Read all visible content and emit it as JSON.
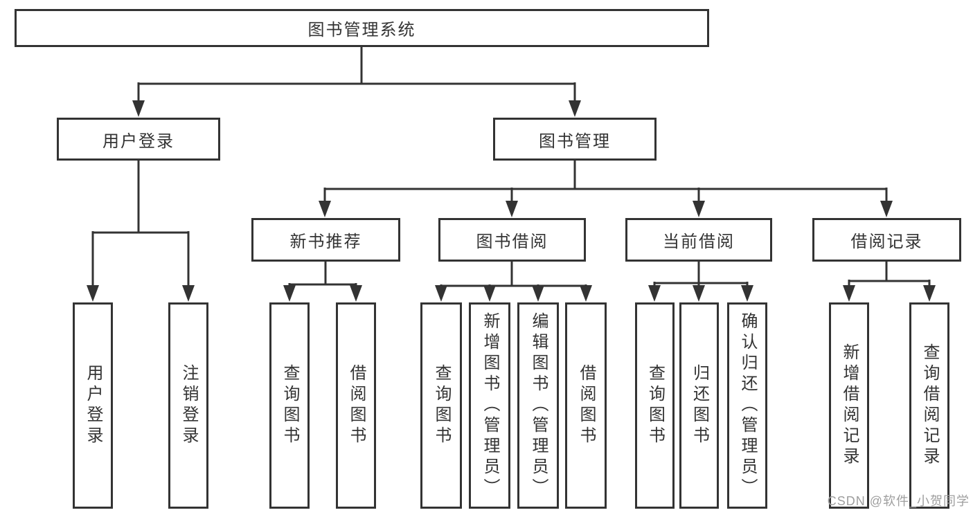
{
  "diagram": {
    "title": "图书管理系统",
    "root": {
      "label": "图书管理系统"
    },
    "level2": {
      "login": {
        "label": "用户登录"
      },
      "management": {
        "label": "图书管理"
      }
    },
    "level3": {
      "newbook": {
        "label": "新书推荐"
      },
      "borrow": {
        "label": "图书借阅"
      },
      "current": {
        "label": "当前借阅"
      },
      "records": {
        "label": "借阅记录"
      }
    },
    "leaves": {
      "login": [
        "用户登录",
        "注销登录"
      ],
      "newbook": [
        "查询图书",
        "借阅图书"
      ],
      "borrow": [
        "查询图书",
        "新增图书（管理员）",
        "编辑图书（管理员）",
        "借阅图书"
      ],
      "current": [
        "查询图书",
        "归还图书",
        "确认归还（管理员）"
      ],
      "records": [
        "新增借阅记录",
        "查询借阅记录"
      ]
    }
  },
  "watermark": {
    "text": "CSDN @软件_小贺同学"
  },
  "colors": {
    "line": "#333333",
    "text": "#333333",
    "box_background": "#ffffff",
    "watermark": "#9e9e9e",
    "page_background": "#ffffff"
  }
}
